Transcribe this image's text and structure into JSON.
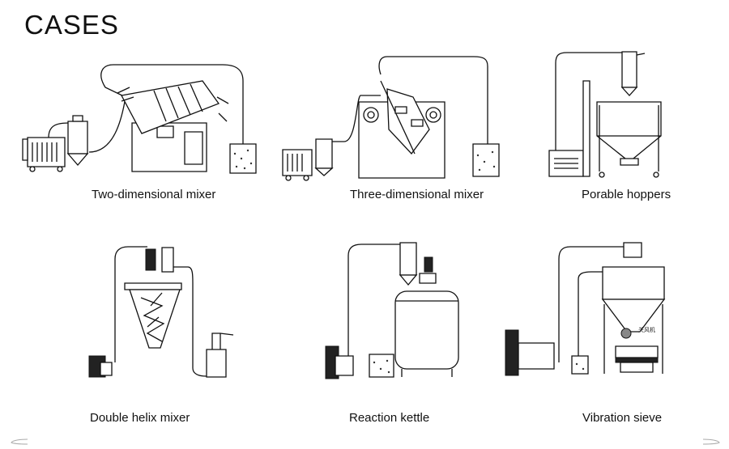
{
  "header": {
    "title": "CASES"
  },
  "cases": [
    {
      "label": "Two-dimensional mixer"
    },
    {
      "label": "Three-dimensional mixer"
    },
    {
      "label": "Porable hoppers"
    },
    {
      "label": "Double helix mixer"
    },
    {
      "label": "Reaction kettle"
    },
    {
      "label": "Vibration sieve"
    }
  ],
  "sieve_tag": "关风机"
}
